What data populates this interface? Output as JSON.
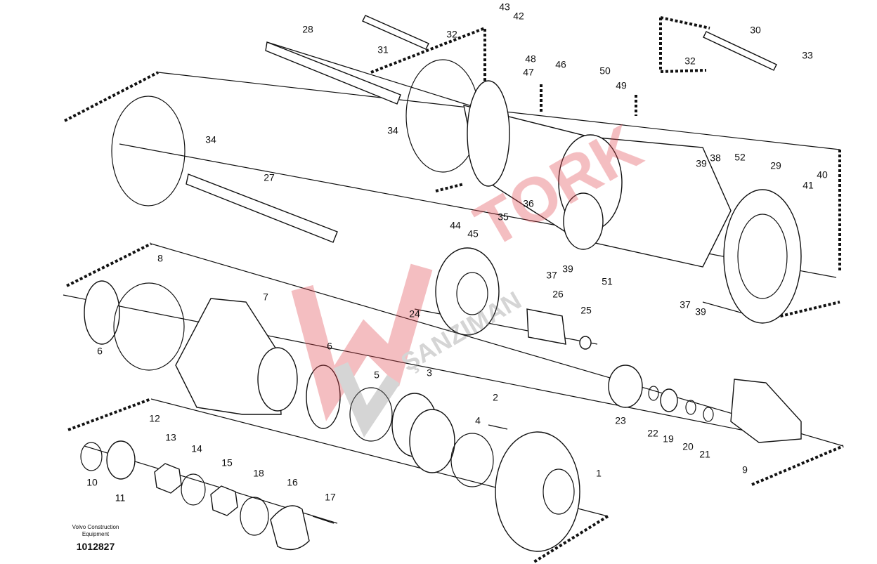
{
  "diagram": {
    "part_labels": [
      "28",
      "31",
      "32",
      "43",
      "42",
      "48",
      "47",
      "46",
      "50",
      "49",
      "30",
      "32",
      "33",
      "34",
      "34",
      "27",
      "39",
      "38",
      "52",
      "29",
      "40",
      "41",
      "44",
      "45",
      "35",
      "36",
      "37",
      "39",
      "51",
      "37",
      "39",
      "8",
      "7",
      "24",
      "26",
      "25",
      "6",
      "6",
      "5",
      "3",
      "2",
      "4",
      "23",
      "22",
      "19",
      "20",
      "21",
      "9",
      "1",
      "12",
      "13",
      "14",
      "15",
      "18",
      "16",
      "17",
      "10",
      "11"
    ],
    "watermark": "TORK ŞANZIMAN",
    "watermark_color": "#e0454f"
  },
  "footer": {
    "manufacturer": "Volvo Construction Equipment",
    "drawing_number": "1012827"
  }
}
